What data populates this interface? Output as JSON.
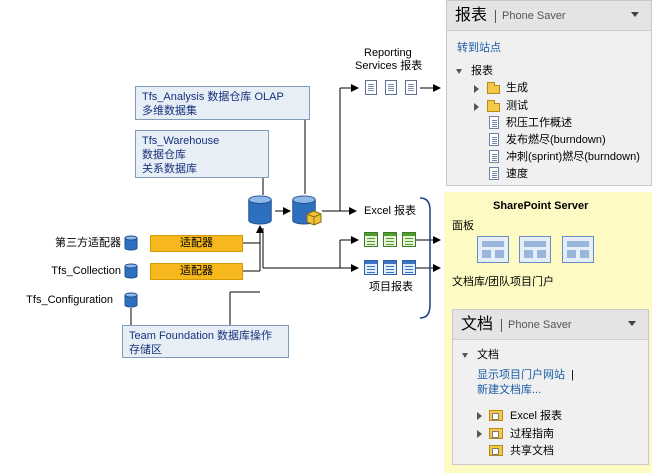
{
  "left": {
    "analysis_box": {
      "line1": "Tfs_Analysis 数据仓库 OLAP",
      "line2": "多维数据集"
    },
    "warehouse_box": {
      "line1": "Tfs_Warehouse",
      "line2": "数据仓库",
      "line3": "关系数据库"
    },
    "sources": [
      {
        "label": "第三方适配器"
      },
      {
        "label": "Tfs_Collection"
      },
      {
        "label": "Tfs_Configuration"
      }
    ],
    "adapter_label": "适配器",
    "ops_box": {
      "line1": "Team Foundation 数据库操作",
      "line2": "存储区"
    }
  },
  "middle": {
    "reporting_label_1": "Reporting",
    "reporting_label_2": "Services 报表",
    "excel_label": "Excel 报表",
    "project_label": "项目报表"
  },
  "reports_panel": {
    "title": "报表",
    "subtitle": "Phone Saver",
    "goto_link": "转到站点",
    "root": "报表",
    "folders": [
      "生成",
      "测试"
    ],
    "items": [
      "积压工作概述",
      "发布燃尽(burndown)",
      "冲刺(sprint)燃尽(burndown)",
      "速度"
    ]
  },
  "sharepoint": {
    "title": "SharePoint Server",
    "dashboards_label": "面板",
    "library_label": "文档库/团队项目门户"
  },
  "docs_panel": {
    "title": "文档",
    "subtitle": "Phone Saver",
    "root": "文档",
    "link1": "显示项目门户网站",
    "link1_sep": "|",
    "link2": "新建文档库...",
    "items": [
      "Excel 报表",
      "过程指南",
      "共享文档"
    ]
  }
}
